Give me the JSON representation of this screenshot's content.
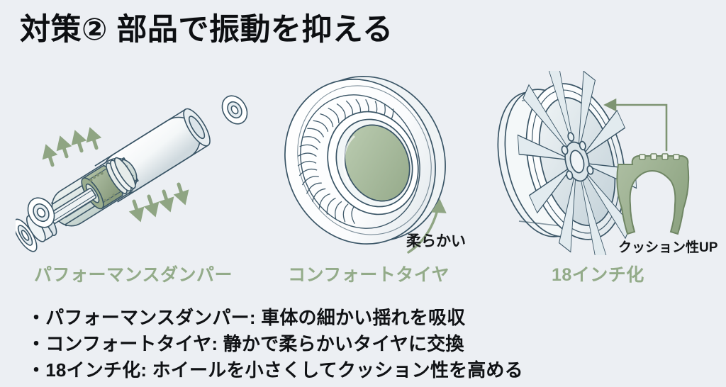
{
  "slide": {
    "title": "対策② 部品で振動を抑える",
    "background_color": "#eceff3",
    "line_art_color": "#3a5566",
    "accent_green": "#a9bba0",
    "caption_color": "#93ab89"
  },
  "illustrations": [
    {
      "id": "performance-damper",
      "caption": "パフォーマンスダンパー",
      "figure": "cutaway-shock-absorber",
      "annotations": []
    },
    {
      "id": "comfort-tire",
      "caption": "コンフォートタイヤ",
      "figure": "tire-three-quarter-view",
      "annotations": [
        {
          "label": "柔らかい",
          "marker": "curved-arrow"
        }
      ]
    },
    {
      "id": "eighteen-inch",
      "caption": "18インチ化",
      "figure": "alloy-wheel-with-tire-cross-section",
      "annotations": [
        {
          "label": "クッション性UP",
          "marker": "elbow-arrow"
        }
      ]
    }
  ],
  "bullets": [
    "・パフォーマンスダンパー: 車体の細かい揺れを吸収",
    "・コンフォートタイヤ: 静かで柔らかいタイヤに交換",
    "・18インチ化: ホイールを小さくしてクッション性を高める"
  ]
}
